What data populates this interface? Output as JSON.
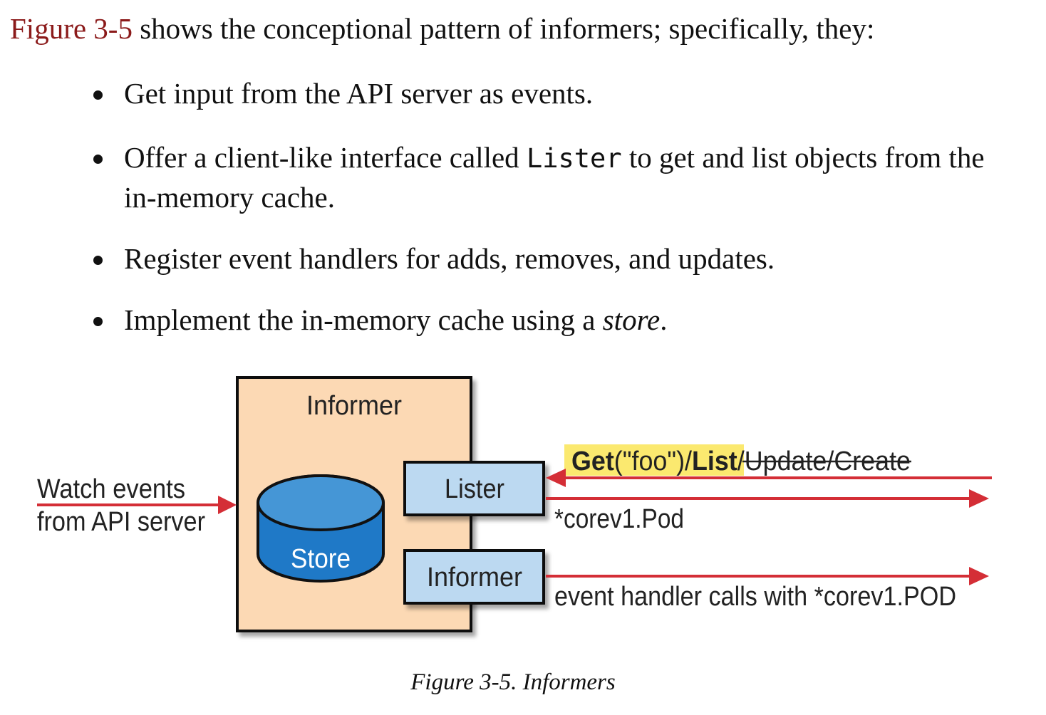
{
  "intro": {
    "xref": "Figure 3-5",
    "text": " shows the conceptional pattern of informers; specifically, they:"
  },
  "bullets": {
    "b1": "Get input from the API server as events.",
    "b2_pre": "Offer a client-like interface called ",
    "b2_code": "Lister",
    "b2_post": " to get and list objects from the in-memory cache.",
    "b3": "Register event handlers for adds, removes, and updates.",
    "b4_pre": "Implement the in-memory cache using a ",
    "b4_em": "store",
    "b4_post": "."
  },
  "figure": {
    "informer_title": "Informer",
    "store_label": "Store",
    "lister_label": "Lister",
    "informer_box_label": "Informer",
    "watch_line1": "Watch events",
    "watch_line2": "from API server",
    "call_get": "Get",
    "call_args": "(\"foo\")/",
    "call_list": "List",
    "call_sep": "/",
    "call_update_create": "Update/Create",
    "return_type": "*corev1.Pod",
    "handler_text": "event handler calls with *corev1.POD"
  },
  "caption": "Figure 3-5. Informers",
  "colors": {
    "xref": "#8b1a1a",
    "informer_fill": "#fcd9b4",
    "box_fill": "#bcd9f1",
    "store_fill": "#1f79c7",
    "arrow": "#d42e36",
    "highlight": "#fbe96f"
  }
}
